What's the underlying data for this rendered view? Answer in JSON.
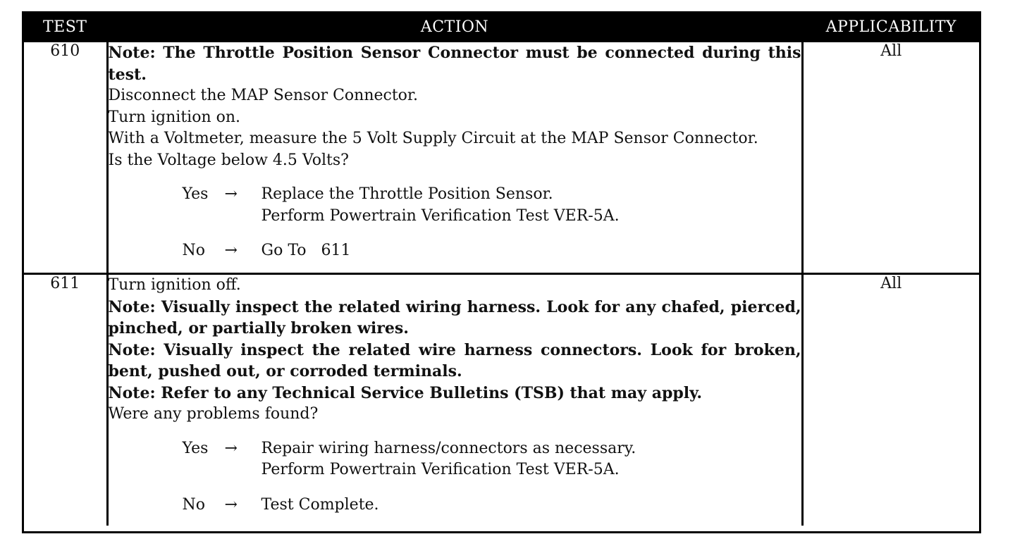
{
  "header": {
    "test": "TEST",
    "action": "ACTION",
    "applicability": "APPLICABILITY"
  },
  "rows": [
    {
      "test": "610",
      "applicability": "All",
      "lines": [
        {
          "text": "Note: The Throttle Position Sensor Connector must be connected during this test.",
          "bold": true
        },
        {
          "text": "Disconnect the MAP Sensor Connector.",
          "bold": false
        },
        {
          "text": "Turn ignition on.",
          "bold": false
        },
        {
          "text": "With a Voltmeter, measure the 5 Volt Supply Circuit at the MAP Sensor Connector.",
          "bold": false
        },
        {
          "text": "Is the Voltage below 4.5 Volts?",
          "bold": false
        }
      ],
      "yes": {
        "label": "Yes",
        "arrow": "→",
        "results": [
          "Replace the Throttle Position Sensor.",
          "Perform Powertrain Verification Test VER-5A."
        ]
      },
      "no": {
        "label": "No",
        "arrow": "→",
        "results": [
          "Go To   611"
        ]
      }
    },
    {
      "test": "611",
      "applicability": "All",
      "lines": [
        {
          "text": "Turn ignition off.",
          "bold": false
        },
        {
          "text": "Note: Visually inspect the related wiring harness. Look for any chafed, pierced, pinched, or partially broken wires.",
          "bold": true
        },
        {
          "text": "Note: Visually inspect the related wire harness connectors. Look for broken, bent, pushed out, or corroded terminals.",
          "bold": true
        },
        {
          "text": "Note: Refer to any Technical Service Bulletins (TSB) that may apply.",
          "bold": true
        },
        {
          "text": "Were any problems found?",
          "bold": false
        }
      ],
      "yes": {
        "label": "Yes",
        "arrow": "→",
        "results": [
          "Repair wiring harness/connectors as necessary.",
          "Perform Powertrain Verification Test VER-5A."
        ]
      },
      "no": {
        "label": "No",
        "arrow": "→",
        "results": [
          "Test Complete."
        ]
      }
    }
  ]
}
